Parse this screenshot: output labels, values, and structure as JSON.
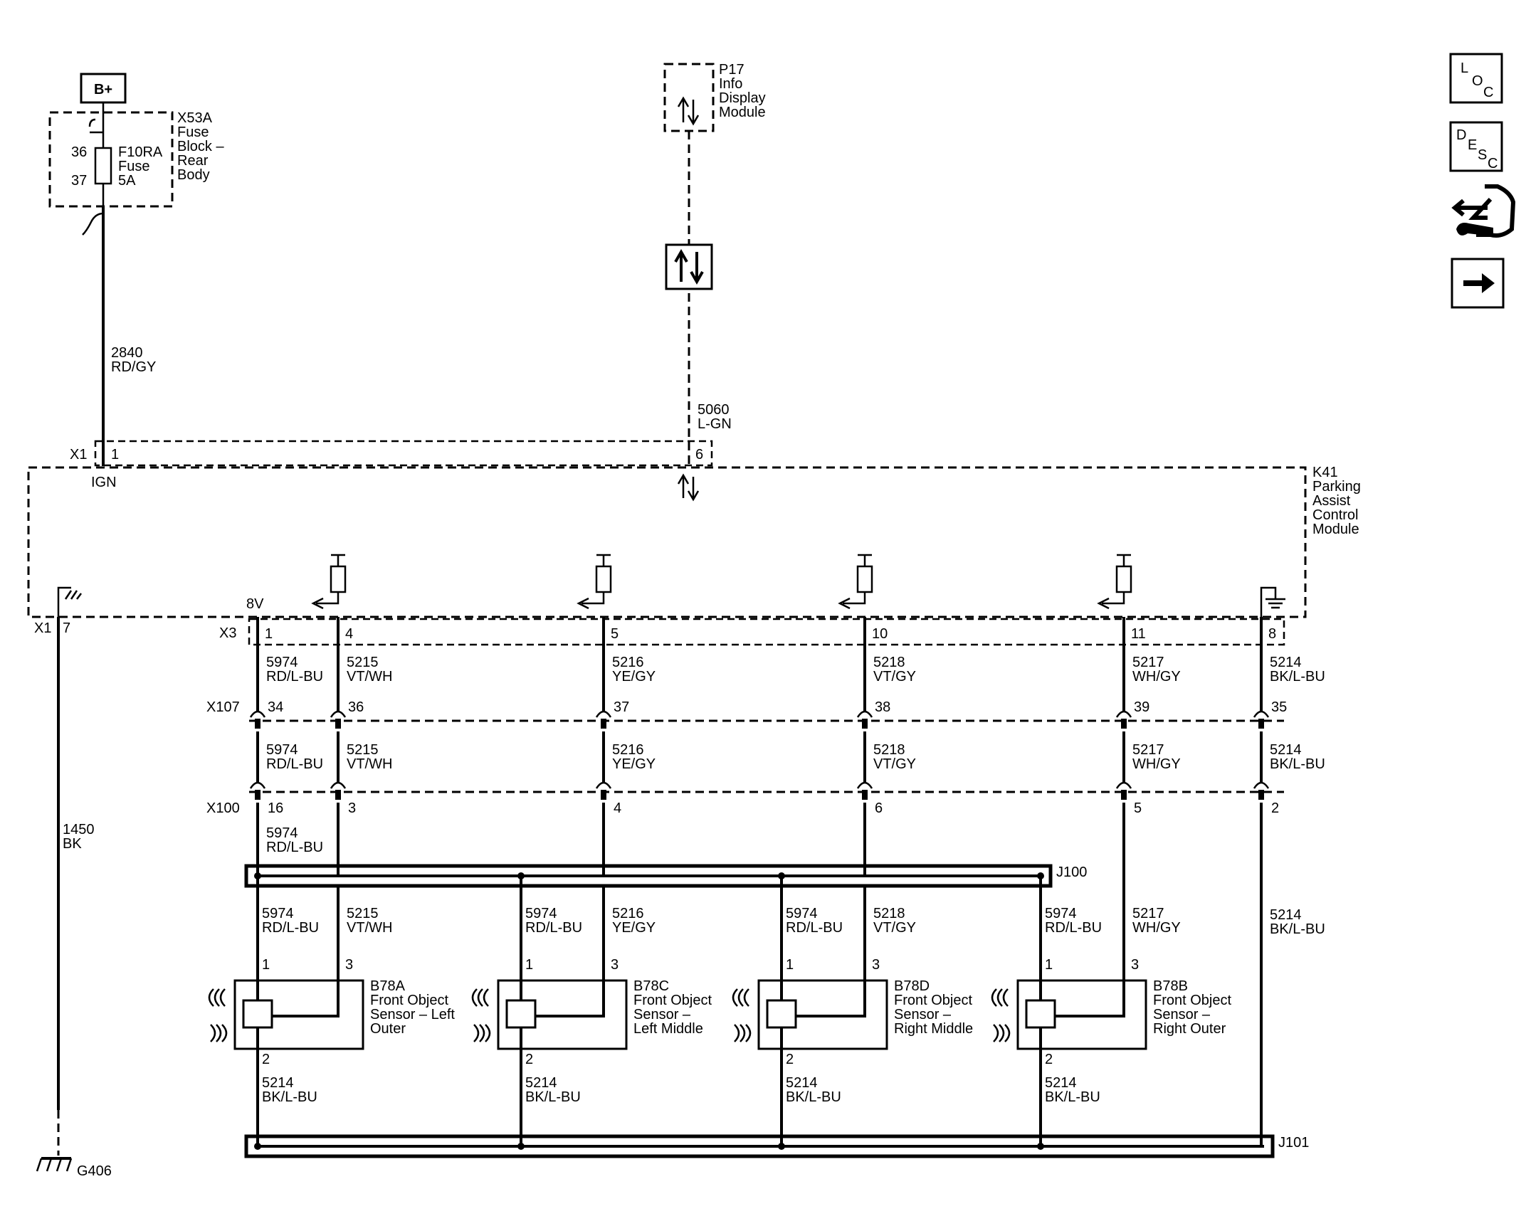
{
  "supply": {
    "label": "B+"
  },
  "fuse_block": {
    "id": "X53A",
    "name_lines": [
      "Fuse",
      "Block –",
      "Rear",
      "Body"
    ],
    "pin_in": "36",
    "pin_out": "37",
    "fuse_id": "F10RA",
    "fuse_lines": [
      "Fuse",
      "5A"
    ]
  },
  "info_display": {
    "id": "P17",
    "name_lines": [
      "Info",
      "Display",
      "Module"
    ]
  },
  "wires": {
    "ign": {
      "circuit": "2840",
      "color": "RD/GY"
    },
    "serial": {
      "circuit": "5060",
      "color": "L-GN"
    },
    "ground": {
      "circuit": "1450",
      "color": "BK"
    }
  },
  "control_module": {
    "id": "K41",
    "name_lines": [
      "Parking",
      "Assist",
      "Control",
      "Module"
    ],
    "connector_x1": "X1",
    "pin_ign": "1",
    "label_ign": "IGN",
    "pin_serial": "6",
    "connector_x1_gnd": "X1",
    "pin_gnd": "7",
    "connector_x3": "X3",
    "label_8v": "8V"
  },
  "inline_connectors": {
    "x107": "X107",
    "x100": "X100"
  },
  "circuits": [
    {
      "x3_pin": "1",
      "x107_pin": "34",
      "x100_pin": "16",
      "circuit": "5974",
      "color": "RD/L-BU"
    },
    {
      "x3_pin": "4",
      "x107_pin": "36",
      "x100_pin": "3",
      "circuit": "5215",
      "color": "VT/WH"
    },
    {
      "x3_pin": "5",
      "x107_pin": "37",
      "x100_pin": "4",
      "circuit": "5216",
      "color": "YE/GY"
    },
    {
      "x3_pin": "10",
      "x107_pin": "38",
      "x100_pin": "6",
      "circuit": "5218",
      "color": "VT/GY"
    },
    {
      "x3_pin": "11",
      "x107_pin": "39",
      "x100_pin": "5",
      "circuit": "5217",
      "color": "WH/GY"
    },
    {
      "x3_pin": "8",
      "x107_pin": "35",
      "x100_pin": "2",
      "circuit": "5214",
      "color": "BK/L-BU"
    }
  ],
  "splices": {
    "top": "J100",
    "bottom": "J101"
  },
  "sensors": [
    {
      "id": "B78A",
      "name_lines": [
        "Front Object",
        "Sensor – Left",
        "Outer"
      ],
      "pin_power": "1",
      "pin_signal": "3",
      "pin_gnd": "2",
      "power": {
        "circuit": "5974",
        "color": "RD/L-BU"
      },
      "signal": {
        "circuit": "5215",
        "color": "VT/WH"
      },
      "gnd": {
        "circuit": "5214",
        "color": "BK/L-BU"
      }
    },
    {
      "id": "B78C",
      "name_lines": [
        "Front Object",
        "Sensor –",
        "Left Middle"
      ],
      "pin_power": "1",
      "pin_signal": "3",
      "pin_gnd": "2",
      "power": {
        "circuit": "5974",
        "color": "RD/L-BU"
      },
      "signal": {
        "circuit": "5216",
        "color": "YE/GY"
      },
      "gnd": {
        "circuit": "5214",
        "color": "BK/L-BU"
      }
    },
    {
      "id": "B78D",
      "name_lines": [
        "Front Object",
        "Sensor –",
        "Right Middle"
      ],
      "pin_power": "1",
      "pin_signal": "3",
      "pin_gnd": "2",
      "power": {
        "circuit": "5974",
        "color": "RD/L-BU"
      },
      "signal": {
        "circuit": "5218",
        "color": "VT/GY"
      },
      "gnd": {
        "circuit": "5214",
        "color": "BK/L-BU"
      }
    },
    {
      "id": "B78B",
      "name_lines": [
        "Front Object",
        "Sensor –",
        "Right Outer"
      ],
      "pin_power": "1",
      "pin_signal": "3",
      "pin_gnd": "2",
      "power": {
        "circuit": "5974",
        "color": "RD/L-BU"
      },
      "signal": {
        "circuit": "5217",
        "color": "WH/GY"
      },
      "gnd": {
        "circuit": "5214",
        "color": "BK/L-BU"
      }
    }
  ],
  "ground_return": {
    "circuit": "5214",
    "color": "BK/L-BU"
  },
  "ground_point": "G406",
  "nav": {
    "loc": [
      "L",
      "O",
      "C"
    ],
    "desc": [
      "D",
      "E",
      "S",
      "C"
    ]
  }
}
